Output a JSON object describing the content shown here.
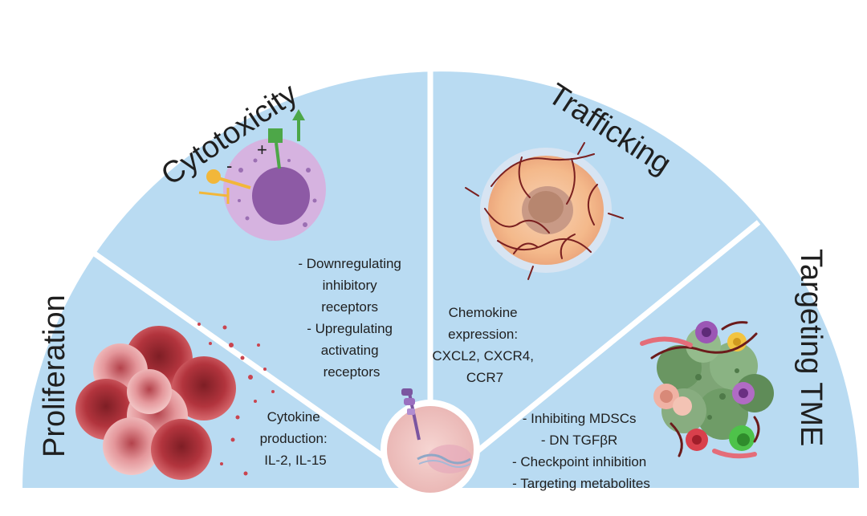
{
  "sections": {
    "proliferation": {
      "title": "Proliferation",
      "lines": [
        "Cytokine",
        "production:",
        "IL-2, IL-15"
      ]
    },
    "cytotoxicity": {
      "title": "Cytotoxicity",
      "lines": [
        "- Downregulating",
        "inhibitory",
        "receptors",
        "- Upregulating",
        "activating",
        "receptors"
      ],
      "symbols": {
        "plus": "+",
        "minus": "-"
      }
    },
    "trafficking": {
      "title": "Trafficking",
      "lines": [
        "Chemokine",
        "expression:",
        "CXCL2, CXCR4,",
        "CCR7"
      ]
    },
    "targeting_tme": {
      "title": "Targeting TME",
      "lines": [
        "- Inhibiting MDSCs",
        "- DN TGFβR",
        "- Checkpoint inhibition",
        "- Targeting metabolites"
      ]
    }
  },
  "colors": {
    "background": "#ffffff",
    "panel": "#b9dbf2",
    "divider": "#ffffff",
    "cell_red": "#c9444f",
    "cell_pink": "#e9a3a6",
    "cell_purple": "#c9a2d6",
    "nucleus_purple": "#8d5aa5",
    "tumor_orange": "#f4b98b",
    "tme_green": "#6fa06a",
    "accent_green": "#4da748",
    "accent_yellow": "#f2b73a"
  },
  "icons": [
    "car-t-cell-icon",
    "cytotoxic-cell-icon",
    "tumor-spheroid-icon",
    "tme-cluster-icon",
    "proliferating-cells-icon"
  ]
}
